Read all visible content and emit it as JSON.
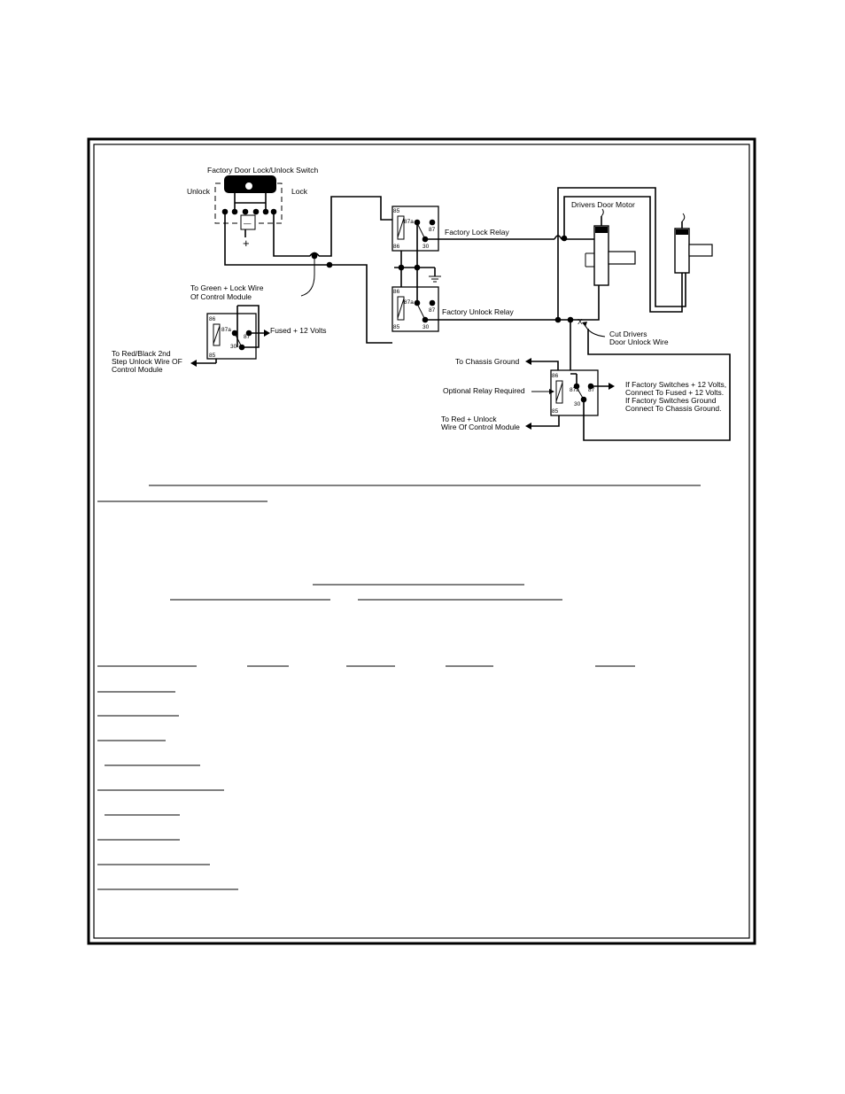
{
  "labels": {
    "switch_title": "Factory Door Lock/Unlock Switch",
    "unlock": "Unlock",
    "lock": "Lock",
    "plus": "+",
    "minus": "—",
    "green_wire_1": "To Green + Lock Wire",
    "green_wire_2": "Of Control Module",
    "red_black_1": "To Red/Black 2nd",
    "red_black_2": "Step Unlock Wire OF",
    "red_black_3": "Control Module",
    "fused_12v": "Fused + 12 Volts",
    "factory_lock_relay": "Factory Lock Relay",
    "factory_unlock_relay": "Factory Unlock Relay",
    "drivers_door_motor": "Drivers Door Motor",
    "cut_wire_1": "Cut Drivers",
    "cut_wire_2": "Door Unlock Wire",
    "cut_mark": "X",
    "chassis_ground": "To Chassis Ground",
    "optional_relay": "Optional Relay Required",
    "red_unlock_1": "To Red + Unlock",
    "red_unlock_2": "Wire Of Control Module",
    "factory_switch_1": "If Factory Switches + 12 Volts,",
    "factory_switch_2": "Connect To Fused + 12 Volts.",
    "factory_switch_3": "If Factory Switches Ground",
    "factory_switch_4": "Connect To Chassis Ground."
  },
  "relay_pins": {
    "p85": "85",
    "p86": "86",
    "p87": "87",
    "p87a": "87a",
    "p30": "30"
  }
}
